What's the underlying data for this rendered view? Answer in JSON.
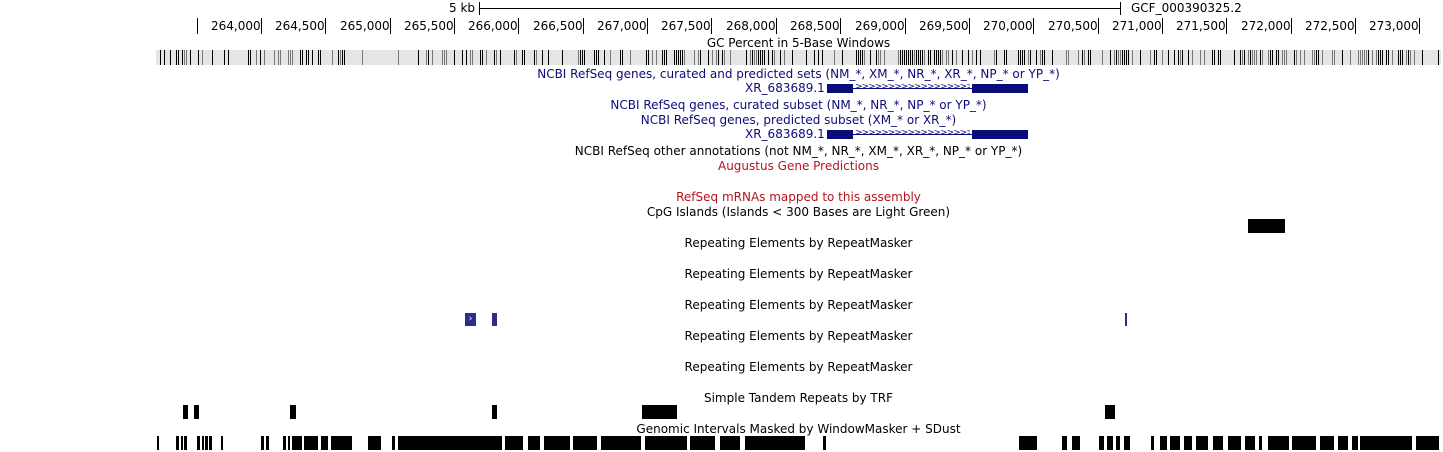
{
  "ruler": {
    "scale_label": "5 kb",
    "assembly_label": "GCF_000390325.2",
    "ticks": [
      "264,000",
      "264,500",
      "265,000",
      "265,500",
      "266,000",
      "266,500",
      "267,000",
      "267,500",
      "268,000",
      "268,500",
      "269,000",
      "269,500",
      "270,000",
      "270,500",
      "271,000",
      "271,500",
      "272,000",
      "272,500",
      "273,000"
    ]
  },
  "tracks": {
    "gc_percent": "GC Percent in 5-Base Windows",
    "refseq_all": "NCBI RefSeq genes, curated and predicted sets (NM_*, XM_*, NR_*, XR_*, NP_* or YP_*)",
    "refseq_all_gene": "XR_683689.1",
    "refseq_curated": "NCBI RefSeq genes, curated subset (NM_*, NR_*, NP_* or YP_*)",
    "refseq_predicted": "NCBI RefSeq genes, predicted subset (XM_* or XR_*)",
    "refseq_predicted_gene": "XR_683689.1",
    "refseq_other": "NCBI RefSeq other annotations (not NM_*, NR_*, XM_*, XR_*, NP_* or YP_*)",
    "augustus": "Augustus Gene Predictions",
    "refseq_mrna": "RefSeq mRNAs mapped to this assembly",
    "cpg": "CpG Islands (Islands < 300 Bases are Light Green)",
    "rmsk_1": "Repeating Elements by RepeatMasker",
    "rmsk_2": "Repeating Elements by RepeatMasker",
    "rmsk_3": "Repeating Elements by RepeatMasker",
    "rmsk_4": "Repeating Elements by RepeatMasker",
    "rmsk_5": "Repeating Elements by RepeatMasker",
    "trf": "Simple Tandem Repeats by TRF",
    "windowmasker": "Genomic Intervals Masked by WindowMasker + SDust"
  },
  "icons": {
    "strand_arrow": "›"
  },
  "colors": {
    "gene": "#0c0c78",
    "label_red": "#b4141e",
    "rmsk": "#2d2d8c"
  }
}
